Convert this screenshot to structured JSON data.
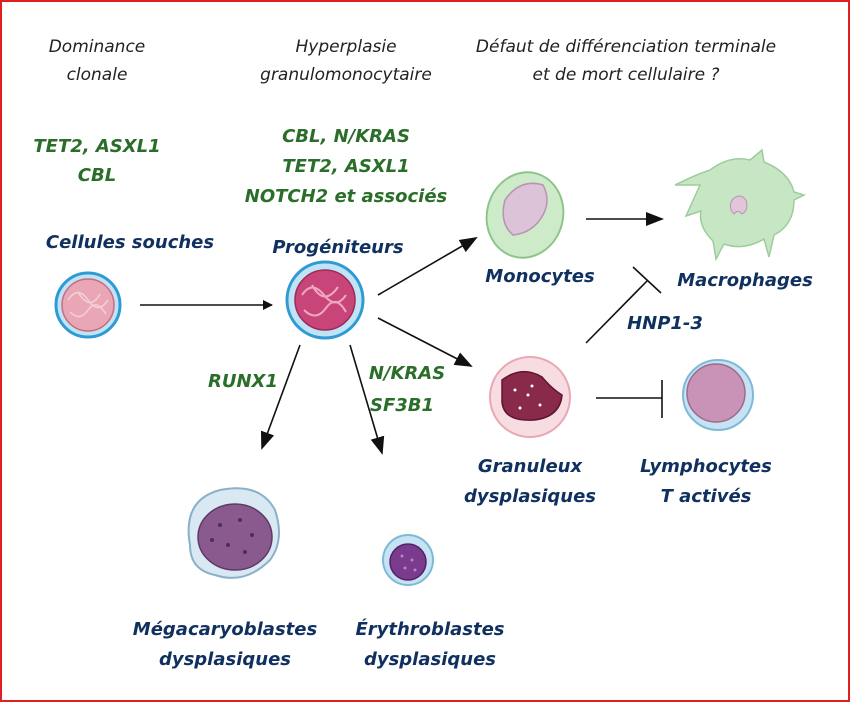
{
  "headers": {
    "col1": [
      "Dominance",
      "clonale"
    ],
    "col2": [
      "Hyperplasie",
      "granulomonocytaire"
    ],
    "col3": [
      "Défaut de différenciation terminale",
      "et de mort cellulaire ?"
    ]
  },
  "genes": {
    "stem": [
      "TET2, ASXL1",
      "CBL"
    ],
    "progenitor": [
      "CBL, N/KRAS",
      "TET2, ASXL1",
      "NOTCH2 et associés"
    ],
    "mega": "RUNX1",
    "ery": [
      "N/KRAS",
      "SF3B1"
    ]
  },
  "cells": {
    "stem": "Cellules souches",
    "progenitor": "Progéniteurs",
    "monocytes": "Monocytes",
    "macrophages": "Macrophages",
    "granulocytes": [
      "Granuleux",
      "dysplasiques"
    ],
    "lymphocytes": [
      "Lymphocytes",
      "T activés"
    ],
    "megakaryoblasts": [
      "Mégacaryoblastes",
      "dysplasiques"
    ],
    "erythroblasts": [
      "Érythroblastes",
      "dysplasiques"
    ]
  },
  "inhibitor": "HNP1-3",
  "colors": {
    "gene": "#2a6e2a",
    "cell_label": "#10305f",
    "border": "#e02020"
  }
}
